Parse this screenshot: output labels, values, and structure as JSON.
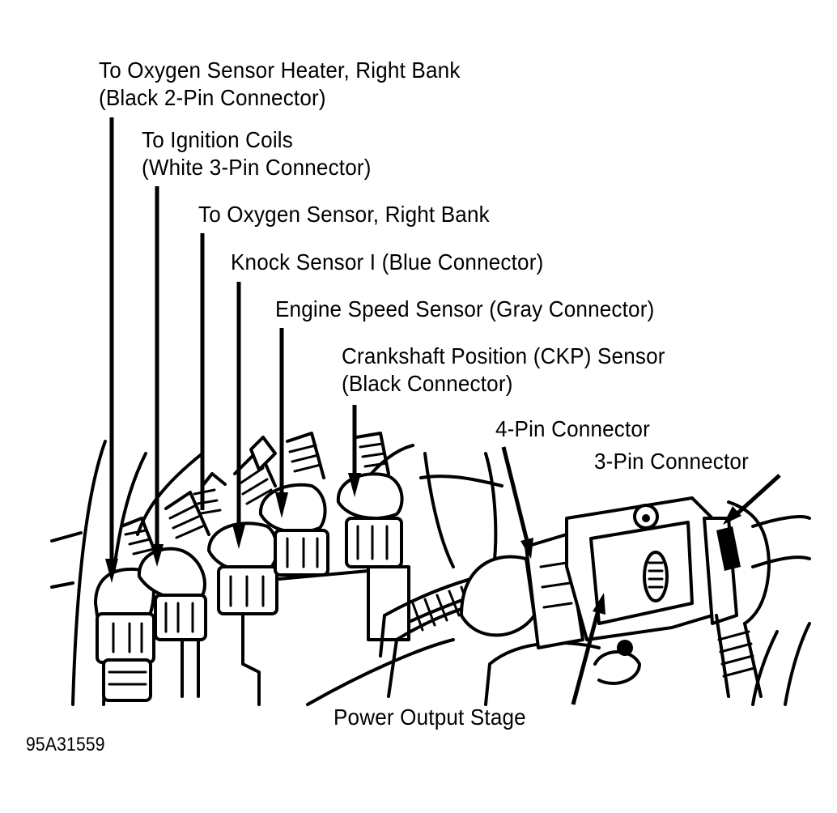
{
  "diagram": {
    "labels": {
      "o2_heater": {
        "line1": "To Oxygen Sensor Heater, Right Bank",
        "line2": "(Black 2-Pin Connector)"
      },
      "ignition_coils": {
        "line1": "To Ignition Coils",
        "line2": "(White 3-Pin Connector)"
      },
      "o2_sensor": {
        "line1": "To Oxygen Sensor, Right Bank"
      },
      "knock_sensor": {
        "line1": "Knock Sensor I (Blue Connector)"
      },
      "engine_speed": {
        "line1": "Engine Speed Sensor (Gray Connector)"
      },
      "ckp_sensor": {
        "line1": "Crankshaft Position (CKP) Sensor",
        "line2": "(Black Connector)"
      },
      "four_pin": {
        "line1": "4-Pin Connector"
      },
      "three_pin": {
        "line1": "3-Pin Connector"
      },
      "power_output": {
        "line1": "Power Output Stage"
      }
    },
    "figure_id": "95A31559"
  }
}
